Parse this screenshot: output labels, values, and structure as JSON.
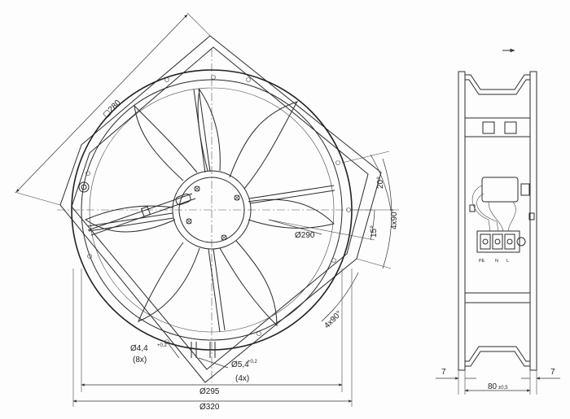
{
  "front_view": {
    "dim_280": "280",
    "dim_20deg": "20°",
    "dim_4x90_upper": "4x90°",
    "dim_15deg": "15°",
    "dim_290": "Ø290",
    "dim_4x90_lower": "4x90°",
    "hole_44": "Ø4,4",
    "hole_44_tol": "+0,2",
    "hole_44_count": "(8x)",
    "hole_54": "Ø5,4",
    "hole_54_tol": "+0,2",
    "hole_54_count": "(4x)",
    "dim_295": "Ø295",
    "dim_320": "Ø320"
  },
  "side_view": {
    "airflow_arrow": "→",
    "terminal_pe": "PE",
    "terminal_n": "N",
    "terminal_l": "L",
    "dim_7_left": "7",
    "dim_80": "80",
    "dim_80_tol": "±0,5",
    "dim_7_right": "7"
  }
}
